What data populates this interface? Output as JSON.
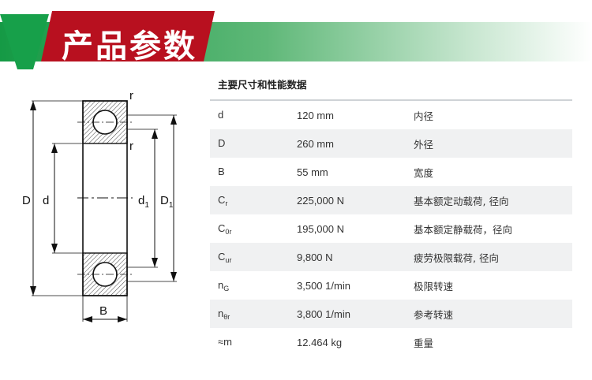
{
  "banner": {
    "title": "产品参数"
  },
  "drawing": {
    "labels": {
      "r_top": "r",
      "r_mid": "r",
      "D": "D",
      "d": "d",
      "d1": "d",
      "d1_sub": "1",
      "D1": "D",
      "D1_sub": "1",
      "B": "B"
    }
  },
  "table": {
    "heading": "主要尺寸和性能数据",
    "rows": [
      {
        "sym": "d",
        "sub": "",
        "value": "120 mm",
        "desc": "内径"
      },
      {
        "sym": "D",
        "sub": "",
        "value": "260 mm",
        "desc": "外径"
      },
      {
        "sym": "B",
        "sub": "",
        "value": "55 mm",
        "desc": "宽度"
      },
      {
        "sym": "C",
        "sub": "r",
        "value": "225,000 N",
        "desc": "基本额定动载荷, 径向"
      },
      {
        "sym": "C",
        "sub": "0r",
        "value": "195,000 N",
        "desc": "基本额定静载荷，径向"
      },
      {
        "sym": "C",
        "sub": "ur",
        "value": "9,800 N",
        "desc": "疲劳极限载荷, 径向"
      },
      {
        "sym": "n",
        "sub": "G",
        "value": "3,500 1/min",
        "desc": "极限转速"
      },
      {
        "sym": "n",
        "sub": "θr",
        "value": "3,800 1/min",
        "desc": "参考转速"
      },
      {
        "sym": "≈m",
        "sub": "",
        "value": "12.464 kg",
        "desc": "重量"
      }
    ]
  },
  "colors": {
    "brand_red": "#b8101f",
    "brand_green": "#1f9a4e"
  }
}
